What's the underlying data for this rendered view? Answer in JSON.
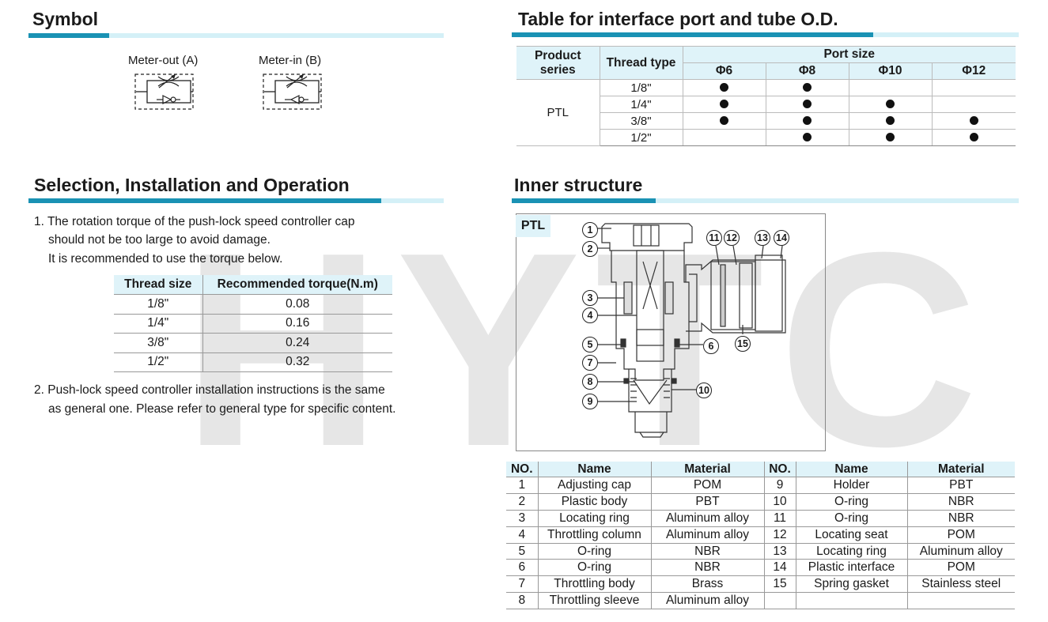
{
  "watermark": "HYTC",
  "symbol": {
    "title": "Symbol",
    "meter_out_label": "Meter-out (A)",
    "meter_in_label": "Meter-in (B)"
  },
  "port_table": {
    "title": "Table for interface port and tube O.D.",
    "header_series": "Product series",
    "header_thread": "Thread type",
    "header_port": "Port size",
    "sizes": [
      "Φ6",
      "Φ8",
      "Φ10",
      "Φ12"
    ],
    "series": "PTL",
    "rows": [
      {
        "thread": "1/8\"",
        "avail": [
          true,
          true,
          false,
          false
        ]
      },
      {
        "thread": "1/4\"",
        "avail": [
          true,
          true,
          true,
          false
        ]
      },
      {
        "thread": "3/8\"",
        "avail": [
          true,
          true,
          true,
          true
        ]
      },
      {
        "thread": "1/2\"",
        "avail": [
          false,
          true,
          true,
          true
        ]
      }
    ]
  },
  "selection": {
    "title": "Selection, Installation and Operation",
    "note1_line1": "1. The rotation torque of the push-lock speed controller cap",
    "note1_line2": "should not be too large to avoid damage.",
    "note1_line3": "It is recommended to use the torque below.",
    "torque_header": [
      "Thread size",
      "Recommended torque(N.m)"
    ],
    "torque_rows": [
      [
        "1/8\"",
        "0.08"
      ],
      [
        "1/4\"",
        "0.16"
      ],
      [
        "3/8\"",
        "0.24"
      ],
      [
        "1/2\"",
        "0.32"
      ]
    ],
    "note2_line1": "2. Push-lock speed controller installation instructions is the same",
    "note2_line2": "as general one. Please refer to general type for specific content."
  },
  "inner": {
    "title": "Inner structure",
    "tag": "PTL",
    "callouts": [
      "1",
      "2",
      "3",
      "4",
      "5",
      "6",
      "7",
      "8",
      "9",
      "10",
      "11",
      "12",
      "13",
      "14",
      "15"
    ]
  },
  "parts": {
    "header": [
      "NO.",
      "Name",
      "Material",
      "NO.",
      "Name",
      "Material"
    ],
    "rows": [
      [
        "1",
        "Adjusting cap",
        "POM",
        "9",
        "Holder",
        "PBT"
      ],
      [
        "2",
        "Plastic body",
        "PBT",
        "10",
        "O-ring",
        "NBR"
      ],
      [
        "3",
        "Locating ring",
        "Aluminum alloy",
        "11",
        "O-ring",
        "NBR"
      ],
      [
        "4",
        "Throttling column",
        "Aluminum alloy",
        "12",
        "Locating seat",
        "POM"
      ],
      [
        "5",
        "O-ring",
        "NBR",
        "13",
        "Locating ring",
        "Aluminum alloy"
      ],
      [
        "6",
        "O-ring",
        "NBR",
        "14",
        "Plastic interface",
        "POM"
      ],
      [
        "7",
        "Throttling body",
        "Brass",
        "15",
        "Spring gasket",
        "Stainless steel"
      ],
      [
        "8",
        "Throttling sleeve",
        "Aluminum alloy",
        "",
        "",
        ""
      ]
    ]
  },
  "colors": {
    "accent": "#1a92b4",
    "accent_light": "#d4f0f7",
    "header_bg": "#dff3f9"
  }
}
